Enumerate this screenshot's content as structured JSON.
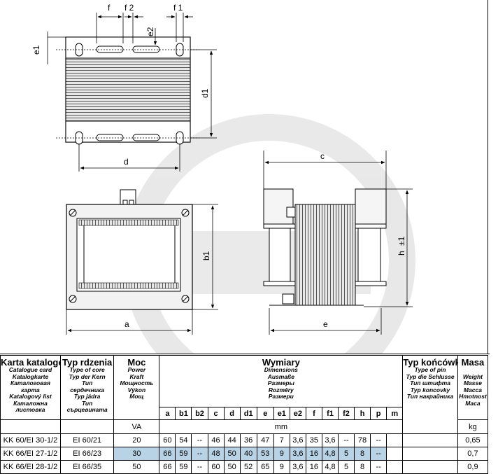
{
  "drawing": {
    "labels": {
      "f": "f",
      "f2": "f 2",
      "f1": "f 1",
      "e2": "e2",
      "e1": "e1",
      "d1": "d1",
      "d": "d",
      "c": "c",
      "b1": "b1",
      "h": "h",
      "h_tol": "±1",
      "a": "a",
      "e": "e"
    }
  },
  "table": {
    "headers": {
      "karta": {
        "main": "Karta katalogowa",
        "sub": [
          "Catalogue card",
          "Katalogkarte",
          "Каталоговая",
          "карта",
          "Katalogový list",
          "Каталожна",
          "листовка"
        ]
      },
      "typ": {
        "main": "Typ rdzenia",
        "sub": [
          "Type of core",
          "Typ der Kern",
          "Тип",
          "сердечника",
          "Typ jádra",
          "Тип",
          "сърцевината"
        ]
      },
      "moc": {
        "main": "Moc",
        "sub": [
          "Power",
          "Kraft",
          "Мощность",
          "Výkon",
          "Мощ"
        ],
        "unit": "VA"
      },
      "wymiary": {
        "main": "Wymiary",
        "sub": [
          "Dimensions",
          "Ausmaße",
          "Размеры",
          "Rozměry",
          "Размери"
        ],
        "unit": "mm"
      },
      "koncowki": {
        "main": "Typ końcówki",
        "sub": [
          "Type of pin",
          "Typ die Schlusse",
          "Тип штифта",
          "Typ koncovky",
          "Тип накрайника"
        ]
      },
      "masa": {
        "main": "Masa",
        "sub": [
          "Weight",
          "Masse",
          "Масса",
          "Hmotnost",
          "Маса"
        ],
        "unit": "kg"
      }
    },
    "dims": [
      "a",
      "b1",
      "b2",
      "c",
      "d",
      "d1",
      "e",
      "e1",
      "e2",
      "f",
      "f1",
      "f2",
      "h",
      "p",
      "m"
    ],
    "rows": [
      {
        "karta": "KK 60/EI 30-1/2",
        "typ": "EI 60/21",
        "moc": "20",
        "d": [
          "60",
          "54",
          "--",
          "46",
          "44",
          "36",
          "47",
          "7",
          "3,6",
          "35",
          "3,6",
          "--",
          "78",
          "--",
          ""
        ],
        "pin": "",
        "masa": "0,65"
      },
      {
        "karta": "KK 66/EI 27-1/2",
        "typ": "EI 66/23",
        "moc": "30",
        "d": [
          "66",
          "59",
          "--",
          "48",
          "50",
          "40",
          "53",
          "9",
          "3,6",
          "16",
          "4,8",
          "5",
          "8",
          "--",
          ""
        ],
        "pin": "",
        "masa": "0,7"
      },
      {
        "karta": "KK 66/EI 28-1/2",
        "typ": "EI 66/35",
        "moc": "50",
        "d": [
          "66",
          "59",
          "--",
          "60",
          "50",
          "52",
          "65",
          "9",
          "3,6",
          "16",
          "4,8",
          "5",
          "8",
          "--",
          ""
        ],
        "pin": "",
        "masa": "0,9"
      }
    ]
  }
}
